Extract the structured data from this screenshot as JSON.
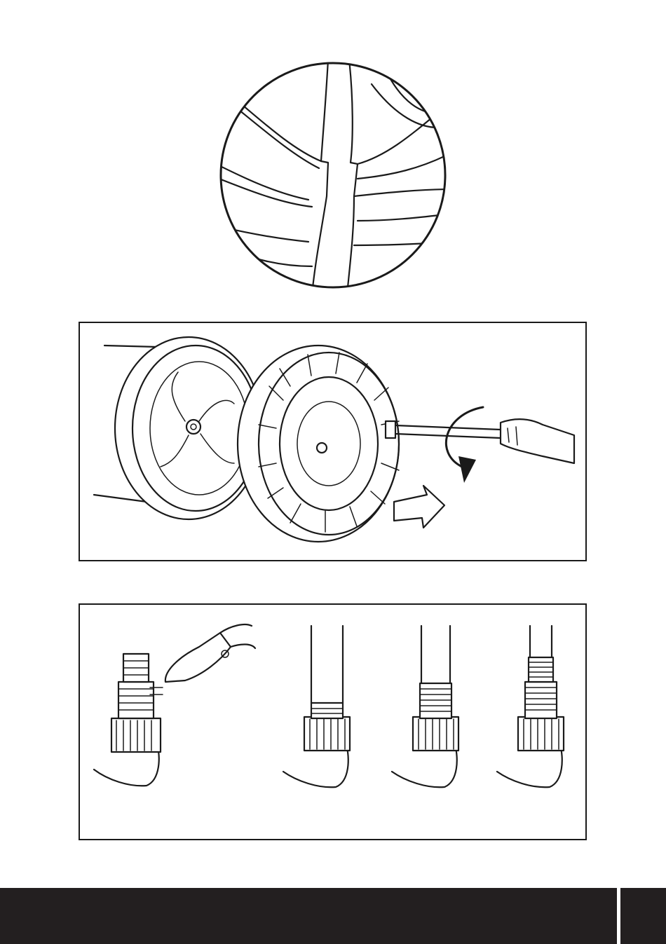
{
  "figures": [
    {
      "id": "tread-detail",
      "icon": "tyre-tread-magnified-illustration"
    },
    {
      "id": "wheel-removal",
      "icon": "wheel-screwdriver-removal-illustration"
    },
    {
      "id": "valve-inflation",
      "icon": "valve-adapter-sequence-illustration"
    }
  ],
  "footer": {
    "page_number": "",
    "background_color": "#231f20"
  }
}
